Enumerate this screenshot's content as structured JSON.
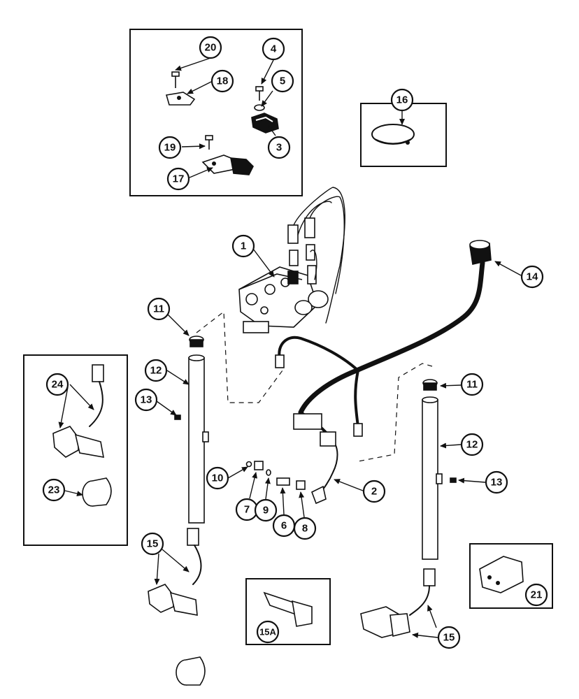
{
  "diagram": {
    "callouts": {
      "c1": "1",
      "c2": "2",
      "c3": "3",
      "c4": "4",
      "c5": "5",
      "c6": "6",
      "c7": "7",
      "c8": "8",
      "c9": "9",
      "c10": "10",
      "c11a": "11",
      "c11b": "11",
      "c12a": "12",
      "c12b": "12",
      "c13a": "13",
      "c13b": "13",
      "c14": "14",
      "c15a": "15",
      "c15b": "15",
      "c15A": "15A",
      "c16": "16",
      "c17": "17",
      "c18": "18",
      "c19": "19",
      "c20": "20",
      "c21": "21",
      "c23": "23",
      "c24": "24"
    },
    "colors": {
      "ink": "#111111",
      "paper": "#ffffff"
    }
  }
}
